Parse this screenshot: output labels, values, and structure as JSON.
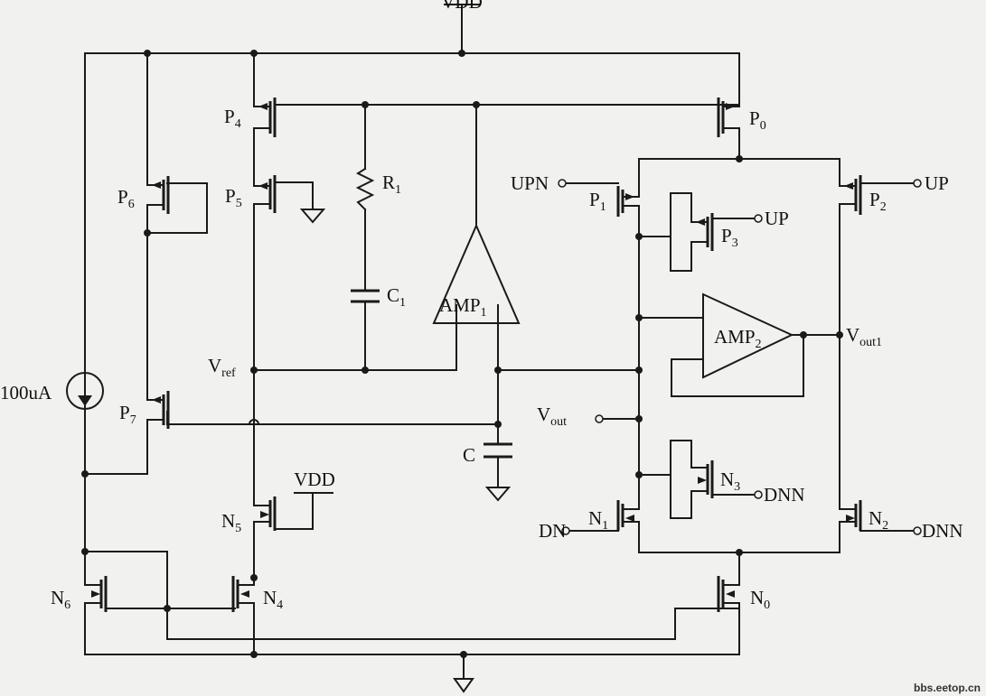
{
  "supply": {
    "top": "VDD",
    "local_n5": "VDD"
  },
  "current_source": "100uA",
  "components": {
    "P0": {
      "main": "P",
      "sub": "0"
    },
    "P1": {
      "main": "P",
      "sub": "1"
    },
    "P2": {
      "main": "P",
      "sub": "2"
    },
    "P3": {
      "main": "P",
      "sub": "3"
    },
    "P4": {
      "main": "P",
      "sub": "4"
    },
    "P5": {
      "main": "P",
      "sub": "5"
    },
    "P6": {
      "main": "P",
      "sub": "6"
    },
    "P7": {
      "main": "P",
      "sub": "7"
    },
    "N0": {
      "main": "N",
      "sub": "0"
    },
    "N1": {
      "main": "N",
      "sub": "1"
    },
    "N2": {
      "main": "N",
      "sub": "2"
    },
    "N3": {
      "main": "N",
      "sub": "3"
    },
    "N4": {
      "main": "N",
      "sub": "4"
    },
    "N5": {
      "main": "N",
      "sub": "5"
    },
    "N6": {
      "main": "N",
      "sub": "6"
    },
    "R1": {
      "main": "R",
      "sub": "1"
    },
    "C1": {
      "main": "C",
      "sub": "1"
    },
    "C": {
      "main": "C",
      "sub": ""
    },
    "AMP1": {
      "main": "AMP",
      "sub": "1"
    },
    "AMP2": {
      "main": "AMP",
      "sub": "2"
    }
  },
  "nodes": {
    "vref": {
      "main": "V",
      "sub": "ref"
    },
    "vout": {
      "main": "V",
      "sub": "out"
    },
    "vout1": {
      "main": "V",
      "sub": "out1"
    }
  },
  "ports": {
    "upn": "UPN",
    "up_p3": "UP",
    "up_p2": "UP",
    "dn": "DN",
    "dnn_n3": "DNN",
    "dnn_n2": "DNN"
  },
  "watermark": "bbs.eetop.cn"
}
